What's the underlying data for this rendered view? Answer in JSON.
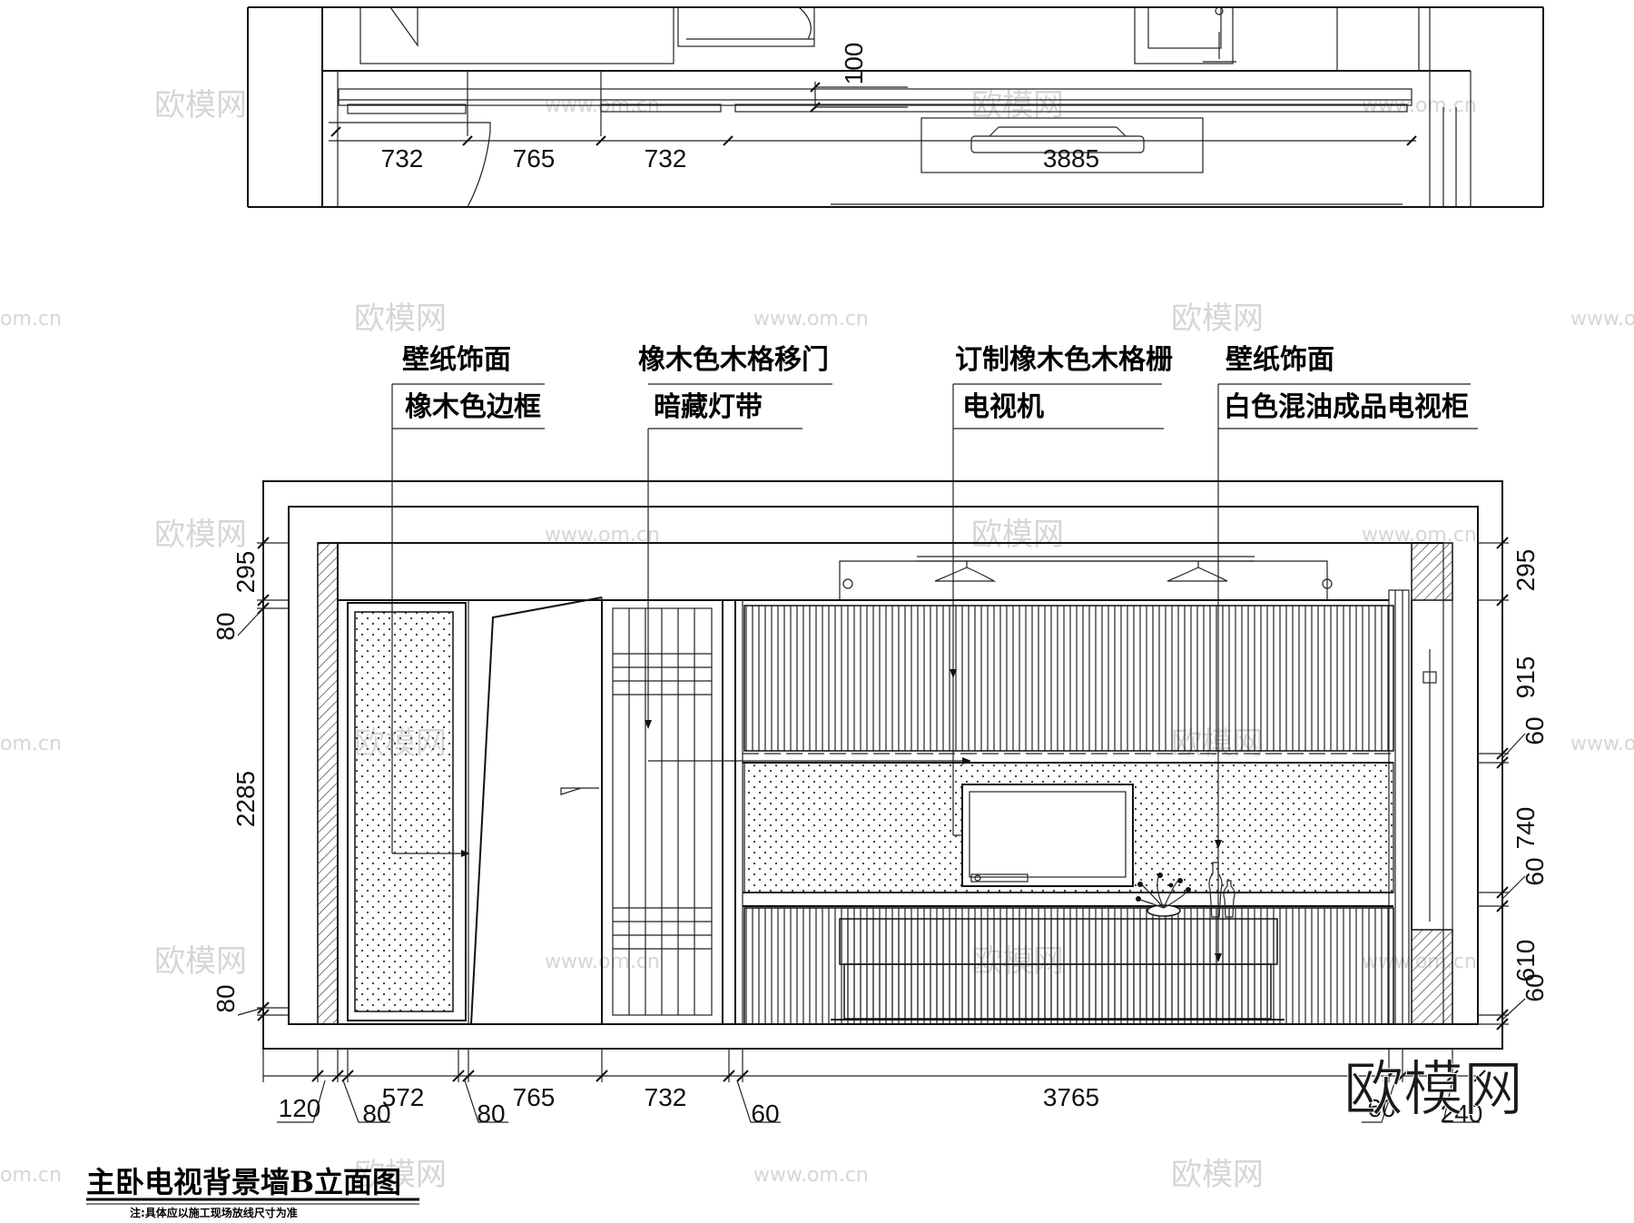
{
  "title": "主卧电视背景墙B立面图",
  "note": "注:具体应以施工现场放线尺寸为准",
  "brand_watermark": "欧模网",
  "site_watermark": "www.om.cn",
  "site_watermark_short": "om.cn",
  "labels": {
    "l1_top": "壁纸饰面",
    "l1_bottom": "橡木色边框",
    "l2_top": "橡木色木格移门",
    "l2_bottom": "暗藏灯带",
    "l3_top": "订制橡木色木格栅",
    "l3_bottom": "电视机",
    "l4_top": "壁纸饰面",
    "l4_bottom": "白色混油成品电视柜"
  },
  "plan_dims": {
    "d1": "732",
    "d2": "765",
    "d3": "732",
    "d4": "3885",
    "d5": "100"
  },
  "left_dims": {
    "d1": "295",
    "d2": "80",
    "d3": "2285",
    "d4": "80"
  },
  "right_dims": {
    "d1": "295",
    "d2": "915",
    "d3": "60",
    "d4": "740",
    "d5": "60",
    "d6": "610",
    "d7": "60"
  },
  "bottom_dims": {
    "d1": "120",
    "d2": "80",
    "d3": "572",
    "d4": "80",
    "d5": "765",
    "d6": "732",
    "d7": "60",
    "d8": "3765",
    "d9": "60",
    "d10": "240"
  }
}
